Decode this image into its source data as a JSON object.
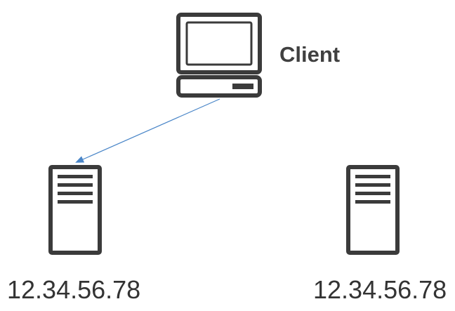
{
  "client": {
    "label": "Client",
    "icon": "computer-icon"
  },
  "servers": [
    {
      "ip": "12.34.56.78",
      "icon": "server-icon"
    },
    {
      "ip": "12.34.56.78",
      "icon": "server-icon"
    }
  ],
  "connection": {
    "from": "client",
    "to": "servers.0",
    "color": "#4a86c8"
  },
  "colors": {
    "icon_stroke": "#3b3b3b",
    "arrow": "#4a86c8"
  }
}
